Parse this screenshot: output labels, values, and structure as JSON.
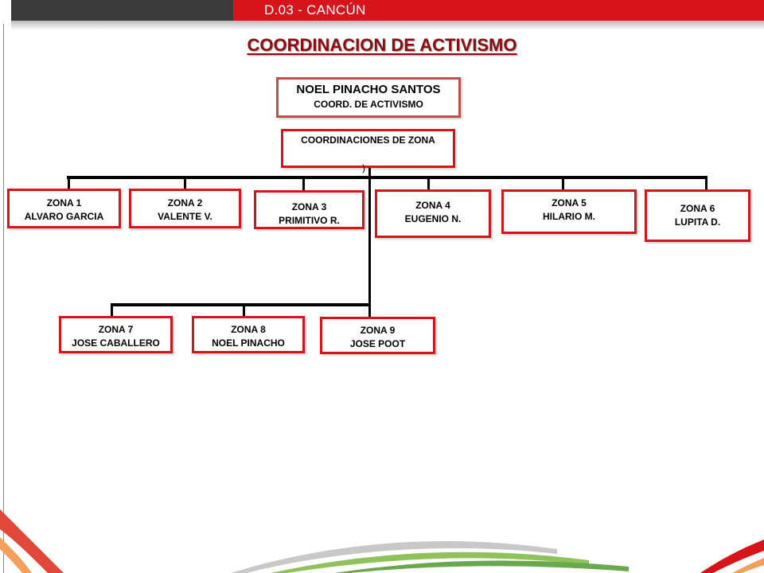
{
  "header": {
    "title": "D.03 - CANCÚN",
    "dark_color": "#3a3a3a",
    "accent_color": "#d7141a"
  },
  "page_title": "COORDINACION DE ACTIVISMO",
  "head": {
    "name": "NOEL PINACHO SANTOS",
    "role": "COORD. DE ACTIVISMO"
  },
  "coord": {
    "label": "COORDINACIONES DE ZONA",
    "mark": ")"
  },
  "zones": [
    {
      "zona": "ZONA 1",
      "name": "ALVARO GARCIA"
    },
    {
      "zona": "ZONA 2",
      "name": "VALENTE V."
    },
    {
      "zona": "ZONA 3",
      "name": "PRIMITIVO R."
    },
    {
      "zona": "ZONA 4",
      "name": "EUGENIO N."
    },
    {
      "zona": "ZONA 5",
      "name": "HILARIO M."
    },
    {
      "zona": "ZONA 6",
      "name": "LUPITA D."
    },
    {
      "zona": "ZONA 7",
      "name": "JOSE CABALLERO"
    },
    {
      "zona": "ZONA 8",
      "name": "NOEL PINACHO"
    },
    {
      "zona": "ZONA 9",
      "name": "JOSE POOT"
    }
  ]
}
